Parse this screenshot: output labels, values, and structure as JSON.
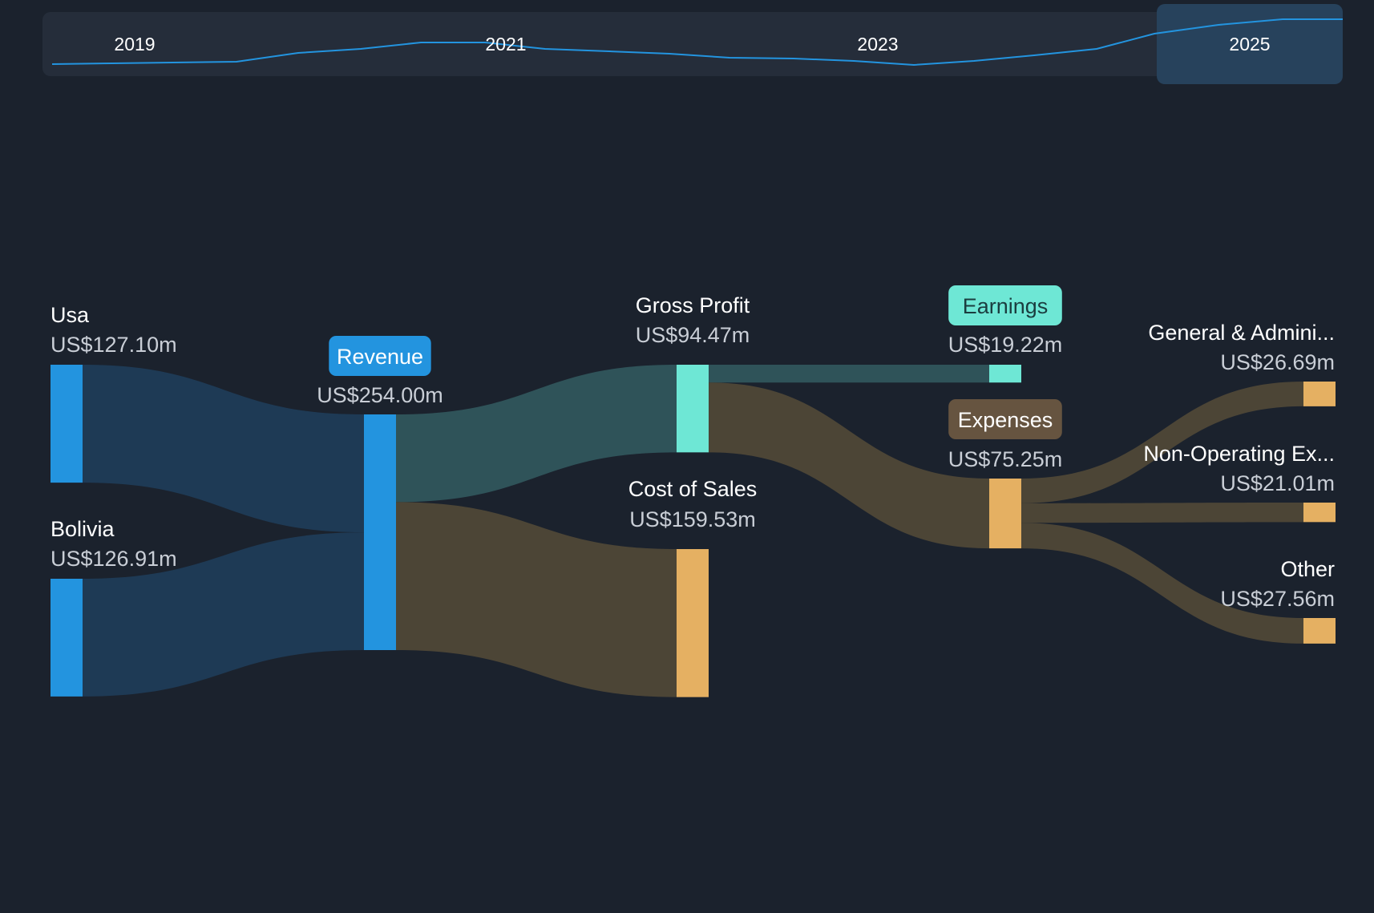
{
  "colors": {
    "background": "#1b222d",
    "timeline_bg": "#252d3a",
    "timeline_highlight": "#27425c",
    "timeline_line": "#2394df",
    "revenue": "#2394df",
    "revenue_link": "#1e3a55",
    "profit": "#6ee7d5",
    "profit_link": "#2f5359",
    "cost": "#e5b062",
    "cost_link": "#4c4536",
    "expenses_badge": "#665440"
  },
  "timeline": {
    "years": [
      "2019",
      "2021",
      "2023",
      "2025"
    ],
    "selected_year": "2025"
  },
  "chart_data": {
    "type": "sankey",
    "units": "US$ millions",
    "nodes": [
      {
        "id": "usa",
        "name": "Usa",
        "value_label": "US$127.10m",
        "value": 127.1,
        "color_key": "revenue"
      },
      {
        "id": "bolivia",
        "name": "Bolivia",
        "value_label": "US$126.91m",
        "value": 126.91,
        "color_key": "revenue"
      },
      {
        "id": "revenue",
        "name": "Revenue",
        "value_label": "US$254.00m",
        "value": 254.0,
        "badge": true,
        "color_key": "revenue"
      },
      {
        "id": "gross_profit",
        "name": "Gross Profit",
        "value_label": "US$94.47m",
        "value": 94.47,
        "color_key": "profit"
      },
      {
        "id": "cost_of_sales",
        "name": "Cost of Sales",
        "value_label": "US$159.53m",
        "value": 159.53,
        "color_key": "cost"
      },
      {
        "id": "earnings",
        "name": "Earnings",
        "value_label": "US$19.22m",
        "value": 19.22,
        "badge": true,
        "color_key": "profit"
      },
      {
        "id": "expenses",
        "name": "Expenses",
        "value_label": "US$75.25m",
        "value": 75.25,
        "badge": true,
        "color_key": "cost"
      },
      {
        "id": "general_admin",
        "name": "General & Admini...",
        "value_label": "US$26.69m",
        "value": 26.69,
        "color_key": "cost"
      },
      {
        "id": "non_operating",
        "name": "Non-Operating Ex...",
        "value_label": "US$21.01m",
        "value": 21.01,
        "color_key": "cost"
      },
      {
        "id": "other",
        "name": "Other",
        "value_label": "US$27.56m",
        "value": 27.56,
        "color_key": "cost"
      }
    ],
    "links": [
      {
        "source": "usa",
        "target": "revenue",
        "value": 127.1,
        "color_key": "revenue_link"
      },
      {
        "source": "bolivia",
        "target": "revenue",
        "value": 126.91,
        "color_key": "revenue_link"
      },
      {
        "source": "revenue",
        "target": "gross_profit",
        "value": 94.47,
        "color_key": "profit_link"
      },
      {
        "source": "revenue",
        "target": "cost_of_sales",
        "value": 159.53,
        "color_key": "cost_link"
      },
      {
        "source": "gross_profit",
        "target": "earnings",
        "value": 19.22,
        "color_key": "profit_link"
      },
      {
        "source": "gross_profit",
        "target": "expenses",
        "value": 75.25,
        "color_key": "cost_link"
      },
      {
        "source": "expenses",
        "target": "general_admin",
        "value": 26.69,
        "color_key": "cost_link"
      },
      {
        "source": "expenses",
        "target": "non_operating",
        "value": 21.01,
        "color_key": "cost_link"
      },
      {
        "source": "expenses",
        "target": "other",
        "value": 27.56,
        "color_key": "cost_link"
      }
    ]
  }
}
